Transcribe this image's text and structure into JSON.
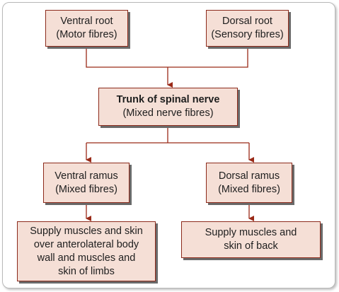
{
  "colors": {
    "box_fill": "#f5dfd6",
    "box_border": "#8c2a1b",
    "connector": "#9a2a18",
    "shadow": "#6a6a6a"
  },
  "nodes": {
    "ventral_root": {
      "line1": "Ventral root",
      "line2": "(Motor fibres)"
    },
    "dorsal_root": {
      "line1": "Dorsal root",
      "line2": "(Sensory fibres)"
    },
    "trunk": {
      "line1": "Trunk of spinal nerve",
      "line2": "(Mixed nerve fibres)"
    },
    "ventral_ramus": {
      "line1": "Ventral ramus",
      "line2": "(Mixed fibres)"
    },
    "dorsal_ramus": {
      "line1": "Dorsal ramus",
      "line2": "(Mixed fibres)"
    },
    "ventral_supply": {
      "line1": "Supply muscles and skin",
      "line2": "over anterolateral body",
      "line3": "wall and muscles and",
      "line4": "skin of limbs"
    },
    "dorsal_supply": {
      "line1": "Supply muscles and",
      "line2": "skin of back"
    }
  }
}
